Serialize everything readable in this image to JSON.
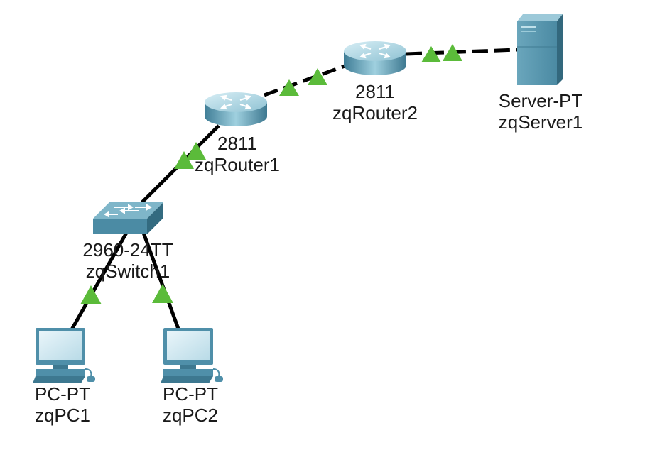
{
  "devices": {
    "router1": {
      "model": "2811",
      "name": "zqRouter1",
      "icon": "router-icon"
    },
    "router2": {
      "model": "2811",
      "name": "zqRouter2",
      "icon": "router-icon"
    },
    "server1": {
      "model": "Server-PT",
      "name": "zqServer1",
      "icon": "server-icon"
    },
    "switch1": {
      "model": "2960-24TT",
      "name": "zqSwitch1",
      "icon": "switch-icon"
    },
    "pc1": {
      "model": "PC-PT",
      "name": "zqPC1",
      "icon": "pc-icon"
    },
    "pc2": {
      "model": "PC-PT",
      "name": "zqPC2",
      "icon": "pc-icon"
    }
  },
  "links": [
    {
      "from": "switch1",
      "to": "router1",
      "style": "solid",
      "status": "up"
    },
    {
      "from": "router1",
      "to": "router2",
      "style": "dashed",
      "status": "up"
    },
    {
      "from": "router2",
      "to": "server1",
      "style": "dashed",
      "status": "up"
    },
    {
      "from": "switch1",
      "to": "pc1",
      "style": "solid",
      "status": "up"
    },
    {
      "from": "switch1",
      "to": "pc2",
      "style": "solid",
      "status": "up"
    }
  ],
  "colors": {
    "link": "#000000",
    "link_status_up": "#5bbb3a",
    "device_body": "#4f8fa9",
    "device_top": "#8cc3d6",
    "label_text": "#1a1a1a"
  }
}
